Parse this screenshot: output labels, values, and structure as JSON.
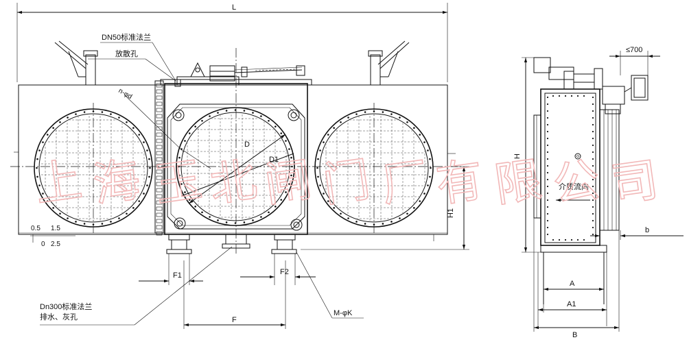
{
  "labels": {
    "L": "L",
    "dn50": "DN50标准法兰",
    "vent": "放散孔",
    "nphid": "n-φd",
    "D": "D",
    "D1": "D1",
    "H1": "H1",
    "F1": "F1",
    "F2": "F2",
    "F": "F",
    "MphiK": "M-φK",
    "dn300": "Dn300标准法兰",
    "drain": "排水、灰孔",
    "dim05": "0.5",
    "dim15": "1.5",
    "dim0": "0",
    "dim25": "2.5",
    "le700": "≤700",
    "H": "H",
    "b": "b",
    "flow": "介质流向",
    "A": "A",
    "A1": "A1",
    "B": "B"
  },
  "watermark": {
    "chars": [
      "上",
      "海",
      "玉",
      "北",
      "闸",
      "门",
      "厂",
      "有",
      "限",
      "公",
      "司"
    ],
    "color": "#f2b8b8"
  }
}
